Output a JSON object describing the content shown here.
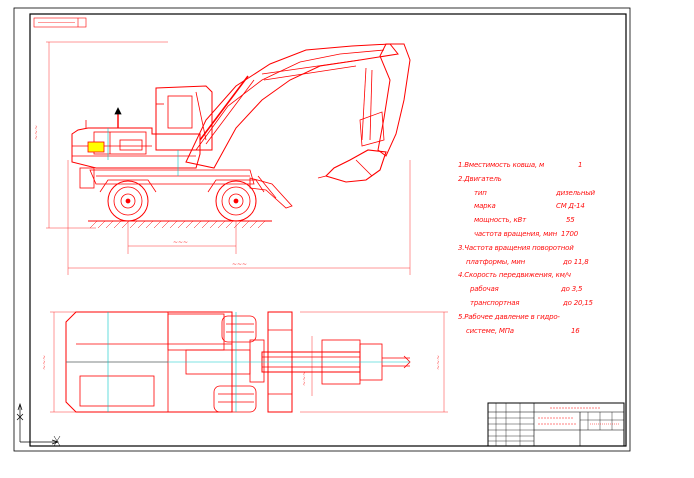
{
  "specs": [
    {
      "label": "1.Вместимость ковша, м",
      "value": "1",
      "indent": 0
    },
    {
      "label": "2.Двигатель",
      "value": "",
      "indent": 0
    },
    {
      "label": "тип",
      "value": "дизельный",
      "indent": 16
    },
    {
      "label": "марка",
      "value": "СМ Д-14",
      "indent": 16
    },
    {
      "label": "мощность, кВт",
      "value": "55",
      "indent": 16
    },
    {
      "label": "частота вращения, мин",
      "value": "1700",
      "indent": 16
    },
    {
      "label": "3.Частота вращения поворотной",
      "value": "",
      "indent": 0
    },
    {
      "label": "платформы, мин",
      "value": "до 11,8",
      "indent": 8
    },
    {
      "label": "4.Скорость передвижения, км/ч",
      "value": "",
      "indent": 0
    },
    {
      "label": "рабочая",
      "value": "до 3,5",
      "indent": 12
    },
    {
      "label": "транспортная",
      "value": "до 20,15",
      "indent": 12
    },
    {
      "label": "5.Рабочее давление в гидро-",
      "value": "",
      "indent": 0
    },
    {
      "label": "системе, МПа",
      "value": "16",
      "indent": 8
    }
  ],
  "colors": {
    "line": "#ff0000",
    "frame": "#000000",
    "dim": "#ff2a2a",
    "cyan": "#00c8c8",
    "yellow": "#ffff00",
    "bg": "#ffffff"
  }
}
